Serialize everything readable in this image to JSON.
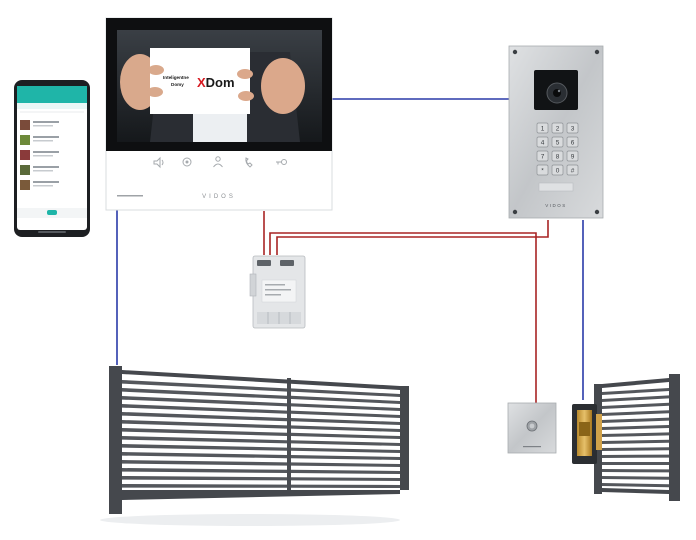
{
  "monitor": {
    "card_line1": "Inteligentne",
    "card_line2": "Domy",
    "card_brand_x": "X",
    "card_brand_rest": "Dom",
    "brand": "VIDOS"
  },
  "outdoor_panel": {
    "brand": "VIDOS",
    "keys": [
      "1",
      "2",
      "3",
      "4",
      "5",
      "6",
      "7",
      "8",
      "9",
      "*",
      "0",
      "#"
    ]
  },
  "colors": {
    "signal_wire": "#2a3aa8",
    "power_wire": "#a82424",
    "gate": "#4a4d52",
    "panel": "#c9ccd0",
    "phone_accent": "#1fb5a8",
    "brand_red": "#d71920"
  }
}
